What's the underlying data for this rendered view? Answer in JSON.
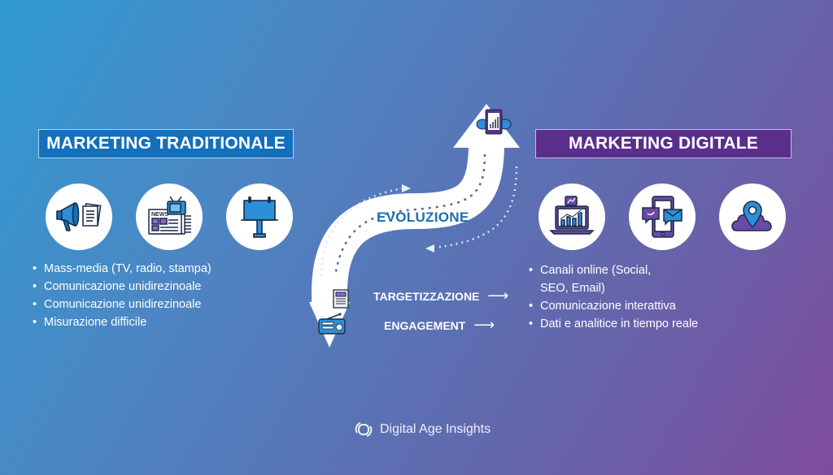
{
  "left": {
    "title": "MARKETING TRADITIONALE",
    "icons": [
      "megaphone-icon",
      "newspaper-tv-icon",
      "billboard-icon"
    ],
    "bullets": [
      "Mass-media (TV, radio, stampa)",
      "Comunicazione unidirezinoale",
      "Comunicazione unidirezinoale",
      "Misurazione difficile"
    ]
  },
  "center": {
    "arrow_label": "EVOLUZIONE",
    "side_labels": [
      "TARGETIZZAZIONE",
      "ENGAGEMENT"
    ],
    "arrow_glyph": "⟶",
    "top_icon": "tablet-cloud-chart-icon",
    "bottom_icons": [
      "newspaper-icon",
      "radio-icon"
    ]
  },
  "right": {
    "title": "MARKETING DIGITALE",
    "icons": [
      "laptop-analytics-icon",
      "smartphone-social-icon",
      "cloud-location-icon"
    ],
    "bullets": [
      {
        "text": "Canali online (Social,",
        "continuation": false
      },
      {
        "text": "SEO, Email)",
        "continuation": true
      },
      {
        "text": "Comunicazione interattiva",
        "continuation": false
      },
      {
        "text": "Dati e analitice in tiempo reale",
        "continuation": false
      }
    ]
  },
  "footer": {
    "brand": "Digital Age Insights",
    "logo": "brand-logo-icon"
  },
  "colors": {
    "trad_title_bg": "#1470bb",
    "digital_title_bg": "#5a2f8c",
    "evoluzione_text": "#1a6fae",
    "bg_start": "#2f9ad0",
    "bg_end": "#7f4c9c"
  }
}
